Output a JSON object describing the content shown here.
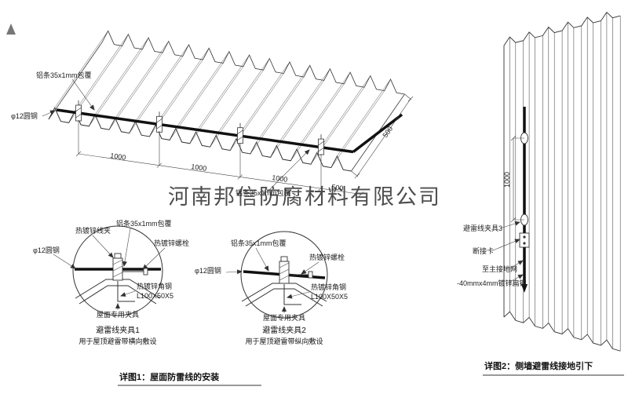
{
  "watermark": "河南邦信防腐材料有限公司",
  "roof": {
    "label_alu_top": "铝条35x1mm包覆",
    "label_alu_mid": "铝条35x1mm包覆",
    "label_rod": "φ12圆钢",
    "dims": [
      "1000",
      "1000",
      "1000",
      "500"
    ],
    "dim_right": "500"
  },
  "detail1": {
    "label_clip": "热镀锌线夹",
    "label_alu": "铝条35x1mm包覆",
    "label_bolt": "热镀锌螺栓",
    "label_rod": "φ12圆钢",
    "label_angle1": "热镀锌角钢",
    "label_angle2": "L100X50X5",
    "label_fixture": "屋面专用夹具",
    "title": "避雷线夹具1",
    "subtitle": "用于屋顶避雷带横向敷设"
  },
  "detail2": {
    "label_alu": "铝条35x1mm包覆",
    "label_bolt": "热镀锌螺栓",
    "label_rod": "φ12圆钢",
    "label_angle1": "热镀锌角钢",
    "label_angle2": "L100X50X5",
    "label_fixture": "屋面专用夹具",
    "title": "避雷线夹具2",
    "subtitle": "用于屋顶避雷带纵向敷设"
  },
  "wall": {
    "dim": "1000",
    "label_clamp": "避雷线夹具3",
    "label_disconnect": "断接卡",
    "label_ground": "至主接地网",
    "label_flat": "-40mmx4mm镀锌扁钢"
  },
  "captions": {
    "detail1": "详图1：屋面防雷线的安装",
    "detail2": "详图2：侧墙避雷线接地引下"
  },
  "colors": {
    "line": "#333333",
    "wire": "#111111",
    "red": "#cc2222",
    "watermark": "#bdbdbd"
  }
}
